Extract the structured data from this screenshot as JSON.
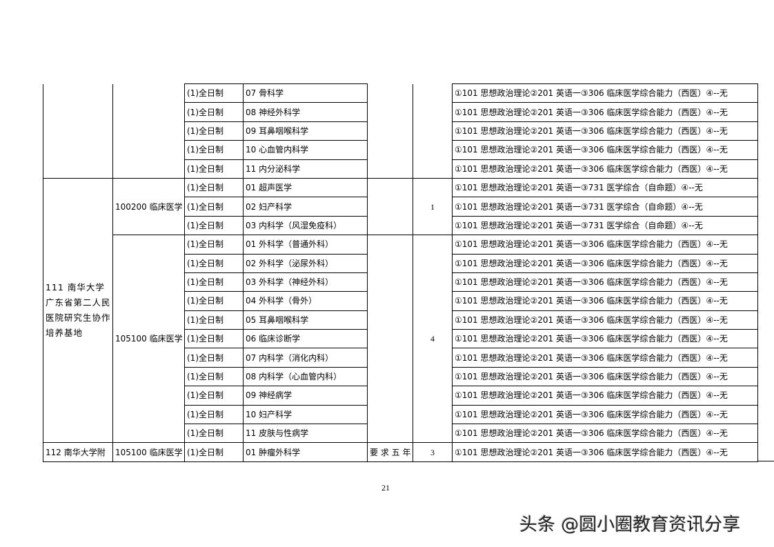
{
  "document": {
    "page_number": "21",
    "watermark": "头条 @圆小圈教育资讯分享"
  },
  "table": {
    "continued_rows": [
      {
        "mode": "(1)全日制",
        "direction": "07 骨科学",
        "exam": "①101 思想政治理论②201 英语一③306 临床医学综合能力（西医）④--无"
      },
      {
        "mode": "(1)全日制",
        "direction": "08 神经外科学",
        "exam": "①101 思想政治理论②201 英语一③306 临床医学综合能力（西医）④--无"
      },
      {
        "mode": "(1)全日制",
        "direction": "09 耳鼻咽喉科学",
        "exam": "①101 思想政治理论②201 英语一③306 临床医学综合能力（西医）④--无"
      },
      {
        "mode": "(1)全日制",
        "direction": "10 心血管内科学",
        "exam": "①101 思想政治理论②201 英语一③306 临床医学综合能力（西医）④--无"
      },
      {
        "mode": "(1)全日制",
        "direction": "11 内分泌科学",
        "exam": "①101 思想政治理论②201 英语一③306 临床医学综合能力（西医）④--无"
      }
    ],
    "institution_111": {
      "name": "111 南华大学广东省第二人民医院研究生协作培养基地",
      "majors": [
        {
          "major": "100200 临床医学",
          "note": "",
          "quota": "1",
          "rows": [
            {
              "mode": "(1)全日制",
              "direction": "01 超声医学",
              "exam": "①101 思想政治理论②201 英语一③731 医学综合（自命题）④--无"
            },
            {
              "mode": "(1)全日制",
              "direction": "02 妇产科学",
              "exam": "①101 思想政治理论②201 英语一③731 医学综合（自命题）④--无"
            },
            {
              "mode": "(1)全日制",
              "direction": "03 内科学（风湿免疫科）",
              "exam": "①101 思想政治理论②201 英语一③731 医学综合（自命题）④--无"
            }
          ]
        },
        {
          "major": "105100 临床医学",
          "note": "",
          "quota": "4",
          "rows": [
            {
              "mode": "(1)全日制",
              "direction": "01 外科学（普通外科）",
              "exam": "①101 思想政治理论②201 英语一③306 临床医学综合能力（西医）④--无"
            },
            {
              "mode": "(1)全日制",
              "direction": "02 外科学（泌尿外科）",
              "exam": "①101 思想政治理论②201 英语一③306 临床医学综合能力（西医）④--无"
            },
            {
              "mode": "(1)全日制",
              "direction": "03 外科学（神经外科）",
              "exam": "①101 思想政治理论②201 英语一③306 临床医学综合能力（西医）④--无"
            },
            {
              "mode": "(1)全日制",
              "direction": "04 外科学（骨外）",
              "exam": "①101 思想政治理论②201 英语一③306 临床医学综合能力（西医）④--无"
            },
            {
              "mode": "(1)全日制",
              "direction": "05 耳鼻咽喉科学",
              "exam": "①101 思想政治理论②201 英语一③306 临床医学综合能力（西医）④--无"
            },
            {
              "mode": "(1)全日制",
              "direction": "06 临床诊断学",
              "exam": "①101 思想政治理论②201 英语一③306 临床医学综合能力（西医）④--无"
            },
            {
              "mode": "(1)全日制",
              "direction": "07 内科学（消化内科）",
              "exam": "①101 思想政治理论②201 英语一③306 临床医学综合能力（西医）④--无"
            },
            {
              "mode": "(1)全日制",
              "direction": "08 内科学（心血管内科）",
              "exam": "①101 思想政治理论②201 英语一③306 临床医学综合能力（西医）④--无"
            },
            {
              "mode": "(1)全日制",
              "direction": "09 神经病学",
              "exam": "①101 思想政治理论②201 英语一③306 临床医学综合能力（西医）④--无"
            },
            {
              "mode": "(1)全日制",
              "direction": "10 妇产科学",
              "exam": "①101 思想政治理论②201 英语一③306 临床医学综合能力（西医）④--无"
            },
            {
              "mode": "(1)全日制",
              "direction": "11 皮肤与性病学",
              "exam": "①101 思想政治理论②201 英语一③306 临床医学综合能力（西医）④--无"
            }
          ]
        }
      ]
    },
    "institution_112": {
      "name": "112 南华大学附",
      "major": "105100 临床医学",
      "mode": "(1)全日制",
      "direction": "01 肿瘤外科学",
      "note": "要 求 五 年",
      "quota": "3",
      "exam": "①101 思想政治理论②201 英语一③306 临床医学综合能力（西医）④--无"
    }
  }
}
